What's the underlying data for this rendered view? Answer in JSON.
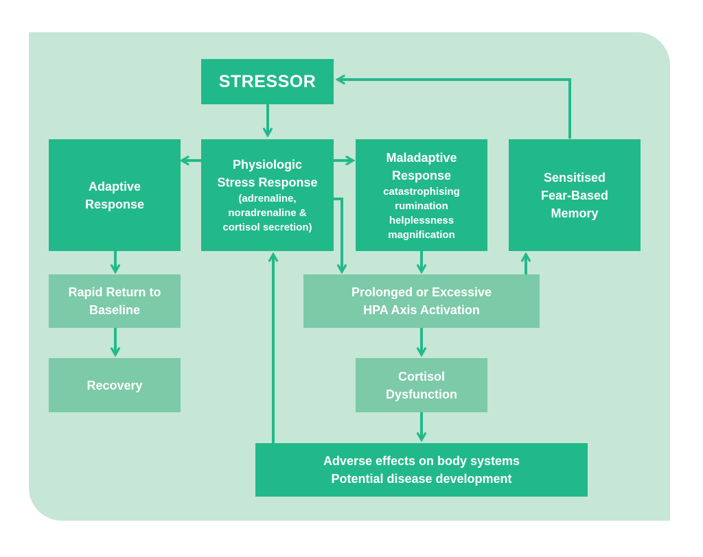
{
  "stressor": "STRESSOR",
  "adaptive": [
    "Adaptive",
    "Response"
  ],
  "physiologic": {
    "title": [
      "Physiologic",
      "Stress Response"
    ],
    "detail": [
      "(adrenaline,",
      "noradrenaline &",
      "cortisol secretion)"
    ]
  },
  "maladaptive": {
    "title": [
      "Maladaptive",
      "Response"
    ],
    "items": [
      "catastrophising",
      "rumination",
      "helplessness",
      "magnification"
    ]
  },
  "sensitised": [
    "Sensitised",
    "Fear-Based",
    "Memory"
  ],
  "rapid_return": [
    "Rapid Return to",
    "Baseline"
  ],
  "recovery": "Recovery",
  "hpa": [
    "Prolonged or Excessive",
    "HPA Axis Activation"
  ],
  "cortisol": [
    "Cortisol",
    "Dysfunction"
  ],
  "adverse": [
    "Adverse effects on body systems",
    "Potential disease development"
  ],
  "colors": {
    "panel": "#c6e6d6",
    "dark_box": "#22b98a",
    "light_box": "#7ccaa8",
    "arrow": "#22b98a",
    "text": "#ffffff"
  }
}
